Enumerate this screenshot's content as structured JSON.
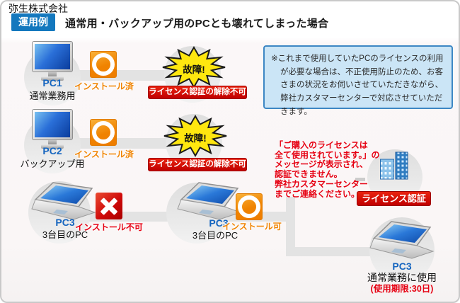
{
  "colors": {
    "accent_blue": "#1478be",
    "pc_blue": "#1565bf",
    "orange": "#f08300",
    "red": "#e60012",
    "badge_red": "#d40000",
    "burst_yellow": "#ffe70f",
    "note_border": "#3d87c4",
    "note_bg": "#cbe5f6"
  },
  "header": {
    "badge": "運用例",
    "title": "通常用・バックアップ用のPCとも壊れてしまった場合"
  },
  "note_box": {
    "text": "※これまで使用していたPCのライセンスの利用が必要な場合は、不正使用防止のため、お客さまの状況をお伺いさせていただきながら、弊社カスタマーセンターで対応させていただきます。"
  },
  "nodes": {
    "pc1": {
      "name": "PC1",
      "caption": "通常業務用",
      "install_label": "インストール済",
      "failure": "故障!",
      "status_badge": "ライセンス認証の解除不可"
    },
    "pc2": {
      "name": "PC2",
      "caption": "バックアップ用",
      "install_label": "インストール済",
      "failure": "故障!",
      "status_badge": "ライセンス認証の解除不可"
    },
    "pc3_blocked": {
      "name": "PC3",
      "caption": "3台目のPC",
      "install_label": "インストール不可"
    },
    "pc3_allowed": {
      "name": "PC3",
      "caption": "3台目のPC",
      "install_label": "インストール可"
    },
    "pc3_final": {
      "name": "PC3",
      "caption": "通常業務に使用",
      "limit": "(使用期限:30日)"
    }
  },
  "yayoi": {
    "company": "弥生株式会社",
    "auth_badge": "ライセンス認証",
    "message_lines": [
      "「ご購入のライセンスは",
      "全て使用されています。」の",
      "メッセージが表示され、",
      "認証できません。",
      "弊社カスタマーセンター",
      "までご連絡ください。"
    ]
  }
}
